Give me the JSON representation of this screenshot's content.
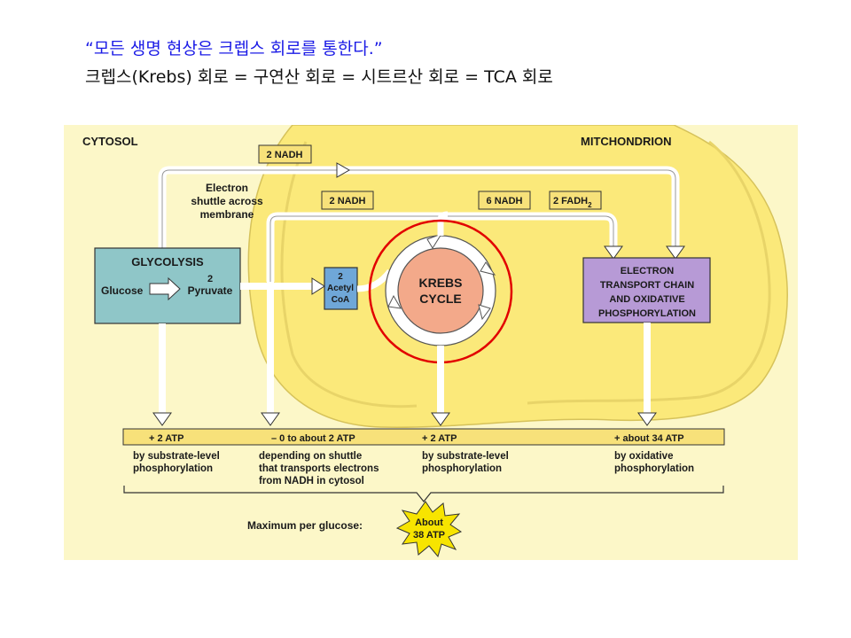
{
  "header": {
    "quote": "“모든 생명 현상은 크렙스 회로를 통한다.”",
    "subtitle": "크렙스(Krebs) 회로 = 구연산 회로 = 시트르산 회로 = TCA 회로"
  },
  "diagram": {
    "cytosol_label": "CYTOSOL",
    "mitochondrion_label": "MITCHONDRION",
    "shuttle_lines": [
      "Electron",
      "shuttle across",
      "membrane"
    ],
    "glycolysis": {
      "title": "GLYCOLYSIS",
      "glucose": "Glucose",
      "pyruvate_count": "2",
      "pyruvate": "Pyruvate"
    },
    "acetyl_coa_lines": [
      "2",
      "Acetyl",
      "CoA"
    ],
    "krebs_lines": [
      "KREBS",
      "CYCLE"
    ],
    "etc_lines": [
      "ELECTRON",
      "TRANSPORT CHAIN",
      "AND OXIDATIVE",
      "PHOSPHORYLATION"
    ],
    "tags": {
      "nadh_glycolysis": "2 NADH",
      "nadh_acetyl": "2 NADH",
      "nadh_krebs": "6 NADH",
      "fadh2_base": "2 FADH",
      "fadh2_sub": "2"
    },
    "atp": {
      "glycolysis": "+ 2 ATP",
      "shuttle": "– 0 to about 2 ATP",
      "krebs": "+ 2 ATP",
      "oxidative": "+ about 34 ATP"
    },
    "descriptions": {
      "glycolysis": [
        "by substrate-level",
        "phosphorylation"
      ],
      "shuttle": [
        "depending on shuttle",
        "that transports electrons",
        "from NADH in cytosol"
      ],
      "krebs": [
        "by substrate-level",
        "phosphorylation"
      ],
      "oxidative": [
        "by oxidative",
        "phosphorylation"
      ]
    },
    "maximum_label": "Maximum per glucose:",
    "total_lines": [
      "About",
      "38 ATP"
    ]
  },
  "colors": {
    "background": "#fcf7c8",
    "mitochondrion": "#fbe97a",
    "tag_fill": "#f7e17a",
    "glycolysis_box": "#8fc6c8",
    "acetyl_box": "#6fa7d8",
    "krebs_fill": "#f3a98a",
    "etc_box": "#b79ad6",
    "highlight_circle": "#e20000",
    "burst": "#f7e400",
    "quote_text": "#1a1ae6"
  }
}
